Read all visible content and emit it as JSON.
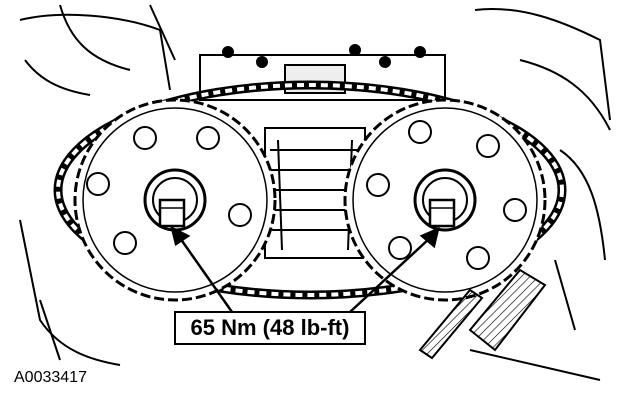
{
  "callout": {
    "torque_label": "65 Nm (48 lb-ft)"
  },
  "figure": {
    "id": "A0033417"
  },
  "colors": {
    "ink": "#000000",
    "paper": "#ffffff"
  },
  "parts": {
    "left_gear": "camshaft-sprocket",
    "right_gear": "camshaft-sprocket",
    "chain": "timing-chain",
    "bolts": "sprocket-bolt"
  }
}
